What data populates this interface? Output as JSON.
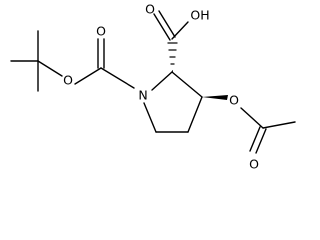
{
  "atoms": {
    "ring_nitrogen": "N",
    "carbamate_ester_oxygen": "O",
    "carbamate_carbonyl_oxygen": "O",
    "acid_hydroxyl": "OH",
    "acid_carbonyl_oxygen": "O",
    "acetate_ester_oxygen": "O",
    "acetate_carbonyl_oxygen": "O"
  }
}
